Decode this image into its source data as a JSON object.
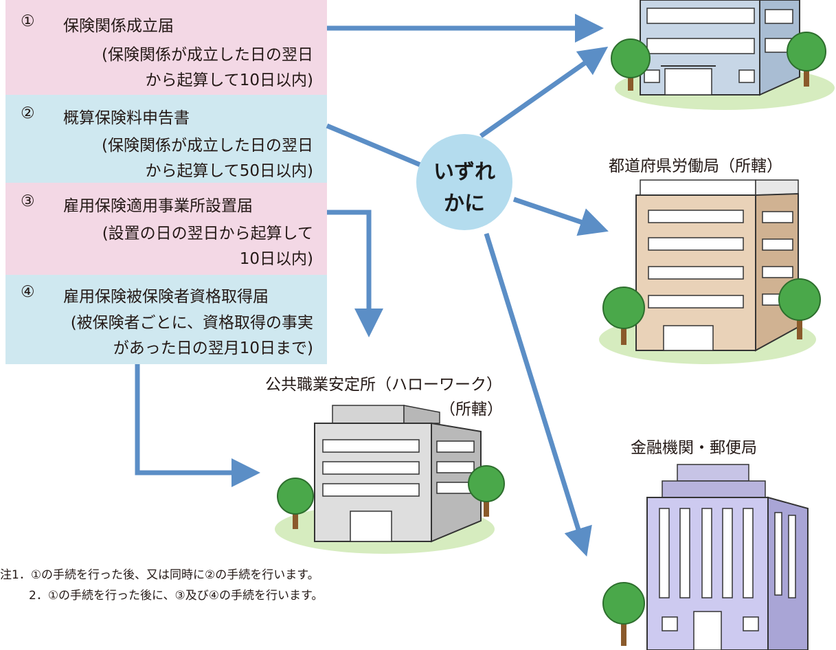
{
  "items": [
    {
      "num": "①",
      "title": "保険関係成立届",
      "note1": "(保険関係が成立した日の翌日",
      "note2": "から起算して10日以内)"
    },
    {
      "num": "②",
      "title": "概算保険料申告書",
      "note1": "(保険関係が成立した日の翌日",
      "note2": "から起算して50日以内)"
    },
    {
      "num": "③",
      "title": "雇用保険適用事業所設置届",
      "note1": "(設置の日の翌日から起算して",
      "note2": "10日以内)"
    },
    {
      "num": "④",
      "title": "雇用保険被保険者資格取得届",
      "note1": "(被保険者ごとに、資格取得の事実",
      "note2": "があった日の翌月10日まで)"
    }
  ],
  "bubble": {
    "line1": "いずれ",
    "line2": "かに"
  },
  "destinations": {
    "labor_bureau": "都道府県労働局（所轄）",
    "hello_work_1": "公共職業安定所（ハローワーク）",
    "hello_work_2": "（所轄）",
    "bank": "金融機関・郵便局"
  },
  "footnotes": {
    "n1": "注1．①の手続を行った後、又は同時に②の手続を行います。",
    "n2": "2．①の手続を行った後に、③及び④の手続を行います。"
  },
  "colors": {
    "pink": "#f3d8e5",
    "blue": "#cfe8f0",
    "arrow": "#5b8ec6",
    "bubble": "#b4dcee"
  }
}
